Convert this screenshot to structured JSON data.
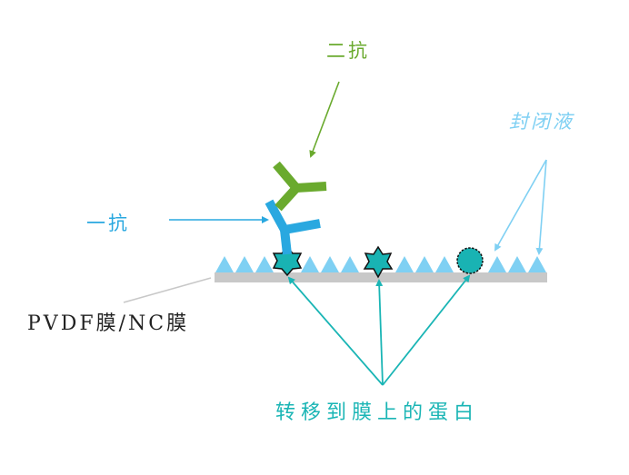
{
  "labels": {
    "secondary_antibody": "二抗",
    "primary_antibody": "一抗",
    "blocking_buffer": "封闭液",
    "membrane": "PVDF膜/NC膜",
    "transferred_protein": "转移到膜上的蛋白"
  },
  "colors": {
    "secondary_antibody": "#6aaa2e",
    "primary_antibody": "#29a8e0",
    "blocking_buffer": "#7fd0f3",
    "membrane": "#c8c8c8",
    "protein_fill": "#19b3b3",
    "protein_arrow": "#1ab5b5",
    "membrane_text": "#222222"
  }
}
